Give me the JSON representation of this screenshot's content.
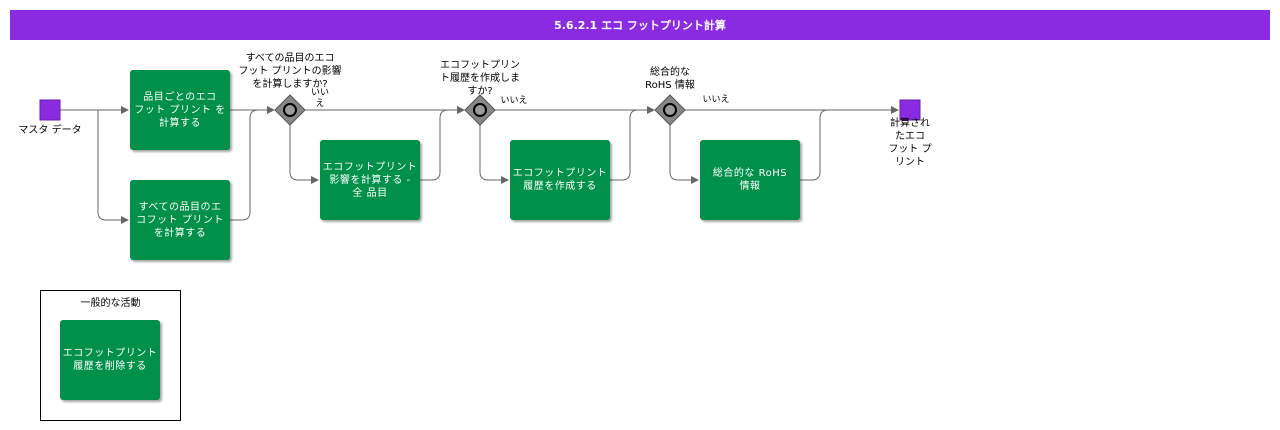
{
  "title": "5.6.2.1 エコ フットプリント計算",
  "colors": {
    "title_bg": "#8a2be2",
    "task": "#00904a",
    "event": "#8a2be2",
    "gateway": "#888888"
  },
  "events": {
    "start_label": "マスタ データ",
    "end_label": "計算され\nたエコ\nフット プ\nリント"
  },
  "tasks": {
    "per_item": "品目ごとのエコ\nフット プリント を\n計算する",
    "all_items": "すべての品目のエ\nコフット プリント\nを計算する",
    "impact_all": "エコフットプリント\n影響を計算する -\n全 品目",
    "history": "エコフットプリント\n履歴を作成する",
    "rohs": "総合的な RoHS\n情報"
  },
  "gateways": {
    "g1_question": "すべての品目のエコ\nフット プリントの影響\nを計算しますか?",
    "g1_no": "いい\nえ",
    "g2_question": "エコフットプリン\nト履歴を作成しま\nすか?",
    "g2_no": "いいえ",
    "g3_question": "総合的な\nRoHS 情報",
    "g3_no": "いいえ"
  },
  "legend": {
    "title": "一般的な活動",
    "task": "エコフットプリント\n履歴を削除する"
  }
}
